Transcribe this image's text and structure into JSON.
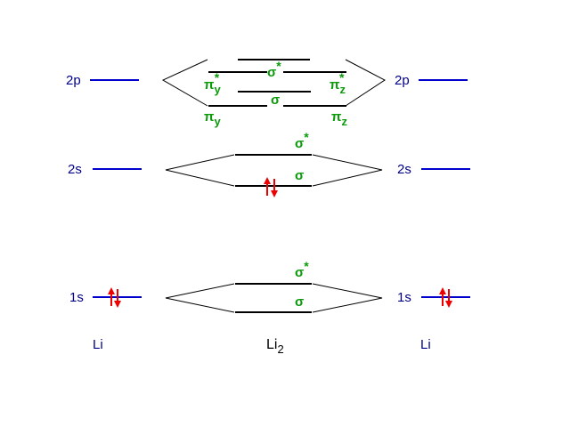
{
  "diagram": {
    "left_atom": {
      "label": "Li",
      "orbitals": {
        "2p": "2p",
        "2s": "2s",
        "1s": "1s"
      }
    },
    "right_atom": {
      "label": "Li",
      "orbitals": {
        "2p": "2p",
        "2s": "2s",
        "1s": "1s"
      }
    },
    "molecule": {
      "label": "Li",
      "label_subscript": "2",
      "2p_levels": {
        "sigma_star": {
          "symbol": "σ",
          "superscript": "*"
        },
        "pi_y_star": {
          "symbol": "π",
          "subscript": "y",
          "superscript": "*"
        },
        "pi_z_star": {
          "symbol": "π",
          "subscript": "z",
          "superscript": "*"
        },
        "sigma": {
          "symbol": "σ"
        },
        "pi_y": {
          "symbol": "π",
          "subscript": "y"
        },
        "pi_z": {
          "symbol": "π",
          "subscript": "z"
        }
      },
      "2s_levels": {
        "sigma_star": {
          "symbol": "σ",
          "superscript": "*"
        },
        "sigma": {
          "symbol": "σ"
        }
      },
      "1s_levels": {
        "sigma_star": {
          "symbol": "σ",
          "superscript": "*"
        },
        "sigma": {
          "symbol": "σ"
        }
      }
    },
    "electrons": {
      "left_1s": 2,
      "right_1s": 2,
      "mo_2s_sigma": 2
    },
    "colors": {
      "atomic_orbital_line": "#0000cc",
      "atomic_label": "#00008b",
      "mo_label": "#0a9a0a",
      "electron_arrow": "#ee0000",
      "mo_line": "#000000"
    }
  }
}
